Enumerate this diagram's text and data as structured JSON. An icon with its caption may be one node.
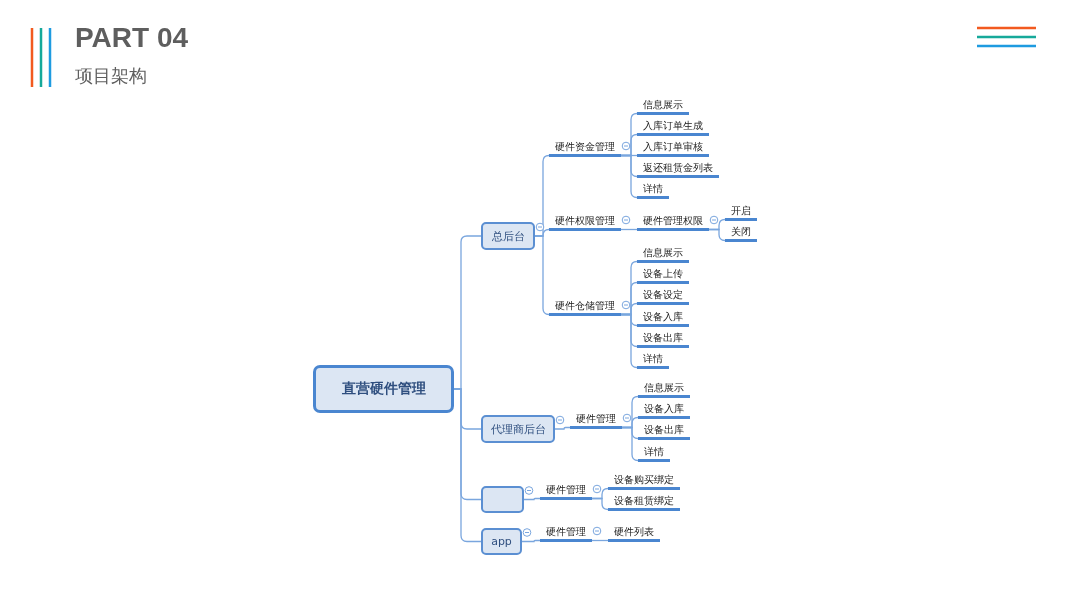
{
  "diagram": {
    "title": "PART 04",
    "nodes": [
      {
        "text": [
          "直营硬件管理"
        ]
      },
      {
        "text": [
          "总后台"
        ]
      },
      {
        "text": [
          "硬件资金管理"
        ]
      },
      {
        "text": [
          "信息展示"
        ]
      },
      {
        "text": [
          "入库订单生成"
        ]
      },
      {
        "text": [
          "入库订单审核"
        ]
      },
      {
        "text": [
          "返还租赁金列表"
        ]
      },
      {
        "text": [
          "详情"
        ]
      },
      {
        "text": [
          "硬件权限管理"
        ]
      },
      {
        "text": [
          "硬件管理权限"
        ]
      },
      {
        "text": [
          "开启"
        ]
      },
      {
        "text": [
          "关闭"
        ]
      },
      {
        "text": [
          "硬件仓储管理"
        ]
      },
      {
        "text": [
          "信息展示"
        ]
      },
      {
        "text": [
          "设备上传"
        ]
      },
      {
        "text": [
          "设备设定"
        ]
      },
      {
        "text": [
          "设备入库"
        ]
      },
      {
        "text": [
          "设备出库"
        ]
      },
      {
        "text": [
          "详情"
        ]
      },
      {
        "text": [
          "代理商后台"
        ]
      },
      {
        "text": [
          "硬件管理"
        ]
      },
      {
        "text": [
          "信息展示"
        ]
      },
      {
        "text": [
          "设备入库"
        ]
      },
      {
        "text": [
          "设备出库"
        ]
      },
      {
        "text": [
          "详情"
        ]
      },
      {
        "text": [],
        "shape": "box"
      },
      {
        "text": [
          "硬件管理"
        ]
      },
      {
        "text": [
          "设备购买绑定"
        ]
      },
      {
        "text": [
          "设备租赁绑定"
        ]
      },
      {
        "text": [
          "app"
        ]
      },
      {
        "text": [
          "硬件管理"
        ]
      },
      {
        "text": [
          "硬件列表"
        ]
      }
    ],
    "edges": [
      {
        "from": 0,
        "to": 1,
        "arrow": "none"
      },
      {
        "from": 1,
        "to": 2,
        "arrow": "none"
      },
      {
        "from": 2,
        "to": 3,
        "arrow": "none"
      },
      {
        "from": 2,
        "to": 4,
        "arrow": "none"
      },
      {
        "from": 2,
        "to": 5,
        "arrow": "none"
      },
      {
        "from": 2,
        "to": 6,
        "arrow": "none"
      },
      {
        "from": 2,
        "to": 7,
        "arrow": "none"
      },
      {
        "from": 1,
        "to": 8,
        "arrow": "none"
      },
      {
        "from": 8,
        "to": 9,
        "arrow": "none"
      },
      {
        "from": 9,
        "to": 10,
        "arrow": "none"
      },
      {
        "from": 9,
        "to": 11,
        "arrow": "none"
      },
      {
        "from": 1,
        "to": 12,
        "arrow": "none"
      },
      {
        "from": 12,
        "to": 13,
        "arrow": "none"
      },
      {
        "from": 12,
        "to": 14,
        "arrow": "none"
      },
      {
        "from": 12,
        "to": 15,
        "arrow": "none"
      },
      {
        "from": 12,
        "to": 16,
        "arrow": "none"
      },
      {
        "from": 12,
        "to": 17,
        "arrow": "none"
      },
      {
        "from": 12,
        "to": 18,
        "arrow": "none"
      },
      {
        "from": 0,
        "to": 19,
        "arrow": "none"
      },
      {
        "from": 19,
        "to": 20,
        "arrow": "none"
      },
      {
        "from": 20,
        "to": 21,
        "arrow": "none"
      },
      {
        "from": 20,
        "to": 22,
        "arrow": "none"
      },
      {
        "from": 20,
        "to": 23,
        "arrow": "none"
      },
      {
        "from": 20,
        "to": 24,
        "arrow": "none"
      },
      {
        "from": 0,
        "to": 25,
        "arrow": "none"
      },
      {
        "from": 25,
        "to": 26,
        "arrow": "none"
      },
      {
        "from": 26,
        "to": 27,
        "arrow": "none"
      },
      {
        "from": 26,
        "to": 28,
        "arrow": "none"
      },
      {
        "from": 0,
        "to": 29,
        "arrow": "none"
      },
      {
        "from": 29,
        "to": 30,
        "arrow": "none"
      },
      {
        "from": 30,
        "to": 31,
        "arrow": "none"
      }
    ],
    "labels": [
      "项目架构"
    ]
  }
}
